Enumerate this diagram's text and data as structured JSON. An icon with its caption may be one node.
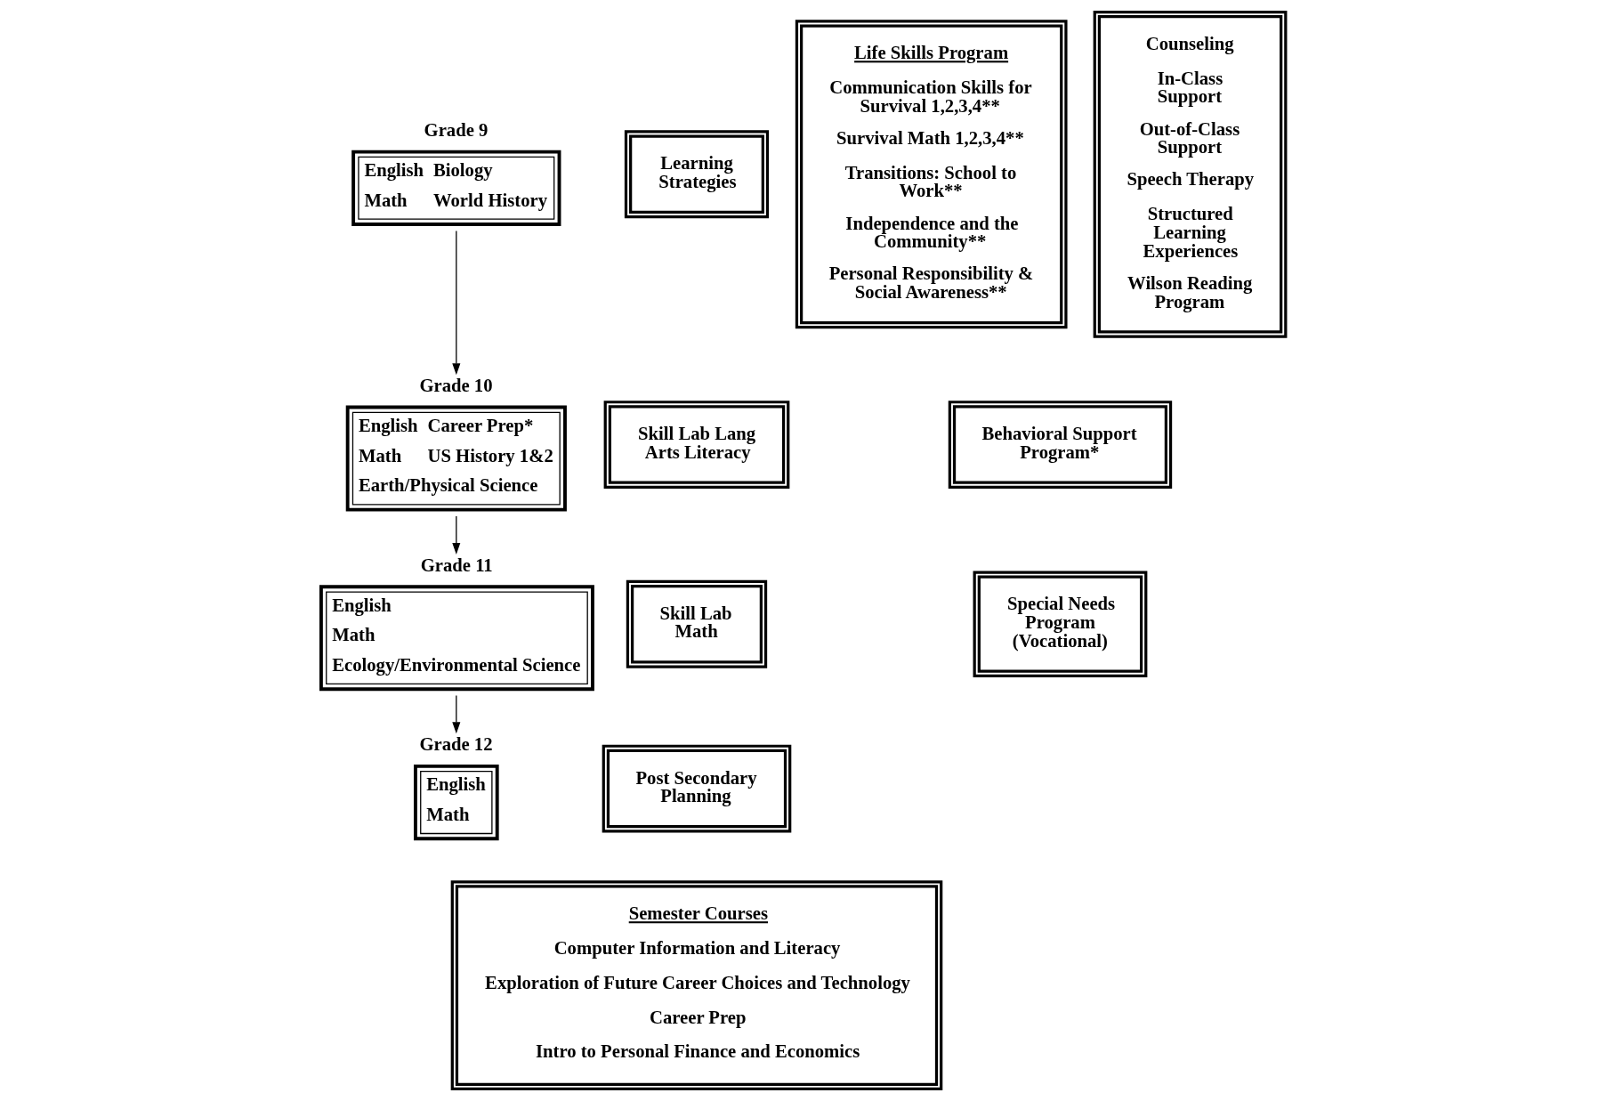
{
  "diagram": {
    "nodes": [
      {
        "text": [
          "Grade 9",
          "English",
          "Biology",
          "Math",
          "World History"
        ]
      },
      {
        "text": [
          "Grade 10",
          "English",
          "Career Prep*",
          "Math",
          "US History 1&2",
          "Earth/Physical Science"
        ]
      },
      {
        "text": [
          "Grade 11",
          "English",
          "Math",
          "Ecology/Environmental Science"
        ]
      },
      {
        "text": [
          "Grade 12",
          "English",
          "Math"
        ]
      },
      {
        "text": [
          "Learning Strategies"
        ]
      },
      {
        "text": [
          "Skill Lab Lang Arts Literacy"
        ]
      },
      {
        "text": [
          "Skill Lab Math"
        ]
      },
      {
        "text": [
          "Post Secondary Planning"
        ]
      },
      {
        "text": [
          "Life Skills Program",
          "Communication Skills for Survival 1,2,3,4**",
          "Survival Math 1,2,3,4**",
          "Transitions: School to Work**",
          "Independence and the Community**",
          "Personal Responsibility & Social Awareness**"
        ]
      },
      {
        "text": [
          "Counseling",
          "In-Class Support",
          "Out-of-Class Support",
          "Speech Therapy",
          "Structured Learning Experiences",
          "Wilson Reading Program"
        ]
      },
      {
        "text": [
          "Semester Courses",
          "Computer Information and Literacy",
          "Exploration of Future Career Choices and Technology",
          "Career Prep",
          "Intro to Personal Finance and Economics"
        ]
      },
      {
        "text": [
          "Behavioral Support Program*"
        ]
      },
      {
        "text": [
          "Special Needs Program (Vocational)"
        ]
      }
    ],
    "edges": [
      {
        "from": 0,
        "to": 1,
        "arrow": "to"
      },
      {
        "from": 1,
        "to": 2,
        "arrow": "to"
      },
      {
        "from": 2,
        "to": 3,
        "arrow": "to"
      }
    ]
  }
}
